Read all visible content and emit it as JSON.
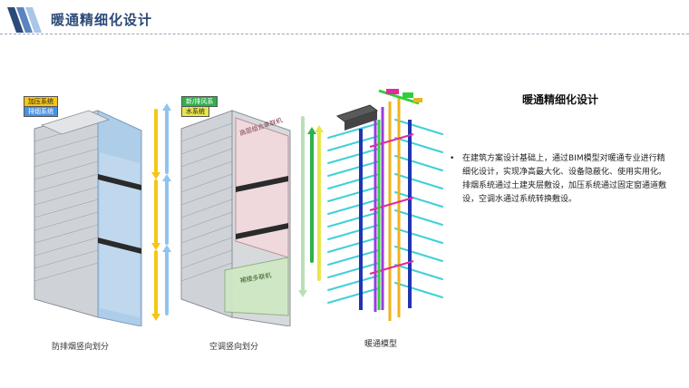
{
  "header": {
    "title": "暖通精细化设计"
  },
  "colors": {
    "title": "#2b4a78",
    "logo_dark": "#2b4a78",
    "logo_light": "#8fb3de",
    "pressurization": "#f5c518",
    "exhaust": "#4a90e2",
    "fresh_air": "#2fb04a",
    "water": "#e8e64a"
  },
  "diagram1": {
    "legend": [
      "加压系统",
      "排烟系统"
    ],
    "caption": "防排烟竖向划分"
  },
  "diagram2": {
    "legend": [
      "新/排风系",
      "水系统"
    ],
    "zone_top": "高层组合单联机",
    "zone_bottom": "裙楼多联机",
    "caption": "空调竖向划分"
  },
  "diagram3": {
    "caption": "暖通模型"
  },
  "right": {
    "title": "暖通精细化设计",
    "bullet": "•",
    "text": "在建筑方案设计基础上，通过BIM模型对暖通专业进行精细化设计，实现净高最大化、设备隐蔽化、使用实用化。排烟系统通过土建夹层敷设，加压系统通过固定窗通道敷设，空调水通过系统转换敷设。"
  }
}
